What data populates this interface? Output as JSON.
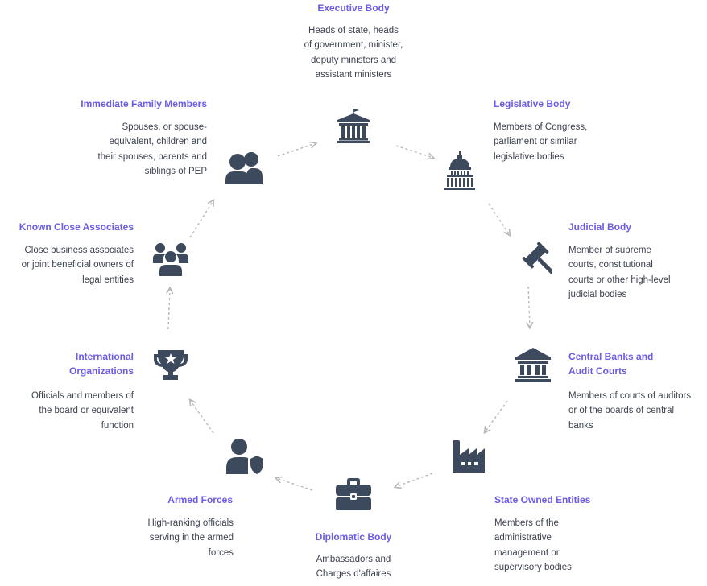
{
  "diagram": {
    "colors": {
      "title": "#6a5ce6",
      "text": "#3c4250",
      "icon": "#3d4a5e",
      "arrow": "#b6b8bd"
    },
    "nodes": [
      {
        "id": "executive",
        "icon": "government-building-icon",
        "title": "Executive Body",
        "description": "Heads of state, heads\nof government, minister,\ndeputy ministers and\nassistant ministers"
      },
      {
        "id": "legislative",
        "icon": "capitol-dome-icon",
        "title": "Legislative Body",
        "description": "Members of Congress,\nparliament or similar\nlegislative bodies"
      },
      {
        "id": "judicial",
        "icon": "gavel-icon",
        "title": "Judicial Body",
        "description": "Member of supreme\ncourts, constitutional\ncourts or other high-level\njudicial bodies"
      },
      {
        "id": "central_banks",
        "icon": "bank-icon",
        "title": "Central Banks and\nAudit Courts",
        "description": "Members of courts of auditors\nor of the boards of central\nbanks"
      },
      {
        "id": "state_owned",
        "icon": "factory-icon",
        "title": "State Owned Entities",
        "description": "Members of the\nadministrative\nmanagement or\nsupervisory bodies"
      },
      {
        "id": "diplomatic",
        "icon": "briefcase-icon",
        "title": "Diplomatic Body",
        "description": "Ambassadors and\nCharges d'affaires"
      },
      {
        "id": "armed_forces",
        "icon": "user-shield-icon",
        "title": "Armed Forces",
        "description": "High-ranking officials\nserving in the armed\nforces"
      },
      {
        "id": "international",
        "icon": "trophy-icon",
        "title": "International\nOrganizations",
        "description": "Officials and members of\nthe board or equivalent\nfunction"
      },
      {
        "id": "close_associates",
        "icon": "user-group-icon",
        "title": "Known Close Associates",
        "description": "Close business associates\nor joint beneficial owners of\nlegal entities"
      },
      {
        "id": "family",
        "icon": "family-users-icon",
        "title": "Immediate Family Members",
        "description": "Spouses, or spouse-\nequivalent, children and\ntheir spouses, parents and\nsiblings of PEP"
      }
    ]
  }
}
